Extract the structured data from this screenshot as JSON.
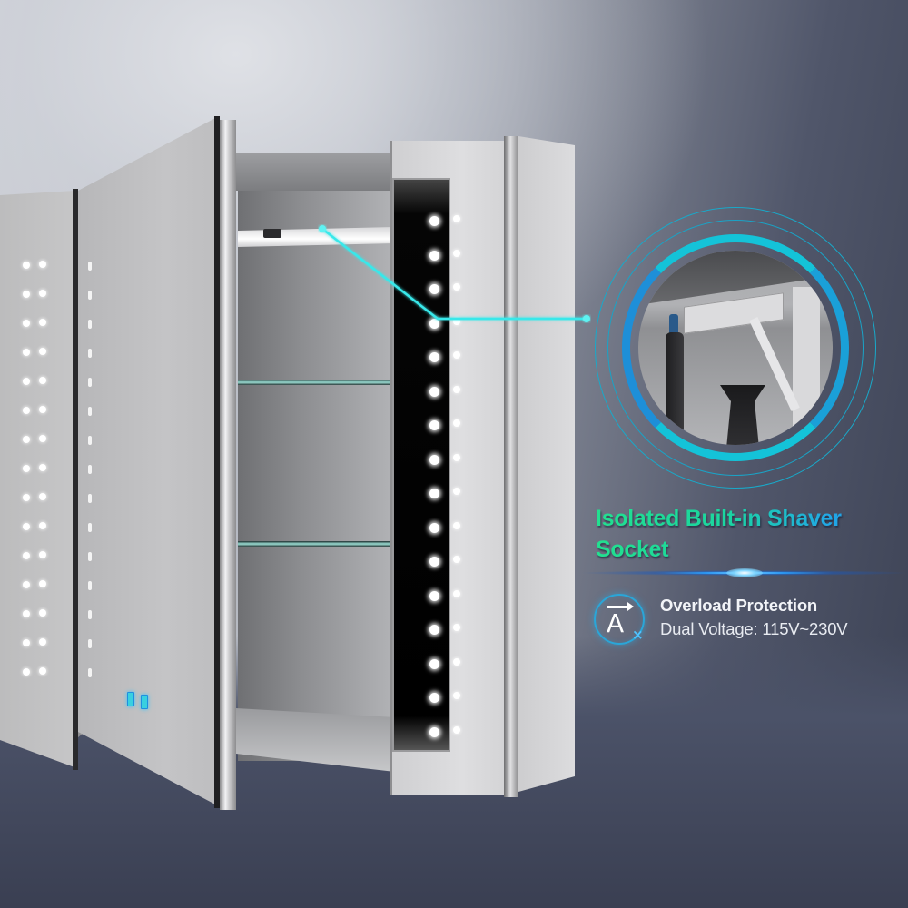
{
  "scene": {
    "subject": "LED mirror medicine cabinet with open doors",
    "background_colors": {
      "top_left": "#dfe1e6",
      "top_right": "#3c4254",
      "floor": "#3a3f52"
    }
  },
  "callout": {
    "icon": "shaver-socket-zoom",
    "ring_color": "#1fb8d8",
    "ring_accent_color": "#13c6d6",
    "connector_color": "#38e0e6"
  },
  "headline": {
    "line1": "Isolated Built-in Shaver",
    "line2": "Socket",
    "gradient_start": "#22e08f",
    "gradient_end": "#1c8fe2"
  },
  "feature": {
    "icon": "overload-protection-icon",
    "title": "Overload Protection",
    "subtitle": "Dual Voltage: 115V~230V"
  },
  "controls": {
    "touch_buttons": [
      "touch-switch-1",
      "touch-switch-2"
    ],
    "accent": "#39d0e0"
  }
}
